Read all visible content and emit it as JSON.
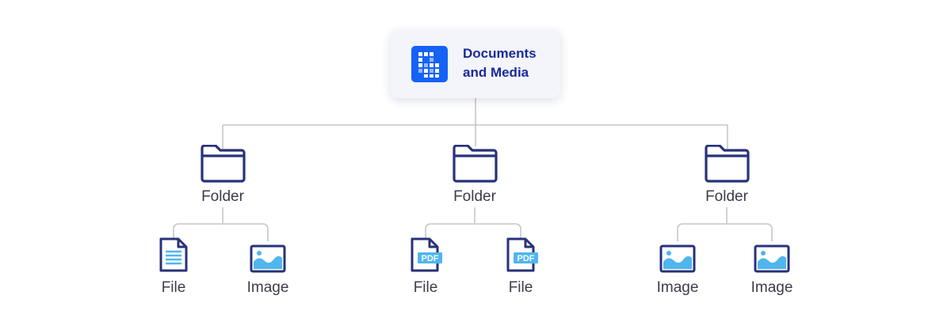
{
  "root": {
    "title_line1": "Documents",
    "title_line2": "and Media",
    "icon": "documents-and-media-logo-icon"
  },
  "folders": [
    {
      "label": "Folder",
      "icon": "folder-icon",
      "children": [
        {
          "label": "File",
          "icon": "text-file-icon"
        },
        {
          "label": "Image",
          "icon": "image-icon"
        }
      ]
    },
    {
      "label": "Folder",
      "icon": "folder-icon",
      "children": [
        {
          "label": "File",
          "icon": "pdf-file-icon",
          "badge": "PDF"
        },
        {
          "label": "File",
          "icon": "pdf-file-icon",
          "badge": "PDF"
        }
      ]
    },
    {
      "label": "Folder",
      "icon": "folder-icon",
      "children": [
        {
          "label": "Image",
          "icon": "image-icon"
        },
        {
          "label": "Image",
          "icon": "image-icon"
        }
      ]
    }
  ],
  "colors": {
    "accent": "#1562f5",
    "navy": "#27327a",
    "lightblue": "#4fb6ee",
    "connector": "#c4c6cf"
  }
}
